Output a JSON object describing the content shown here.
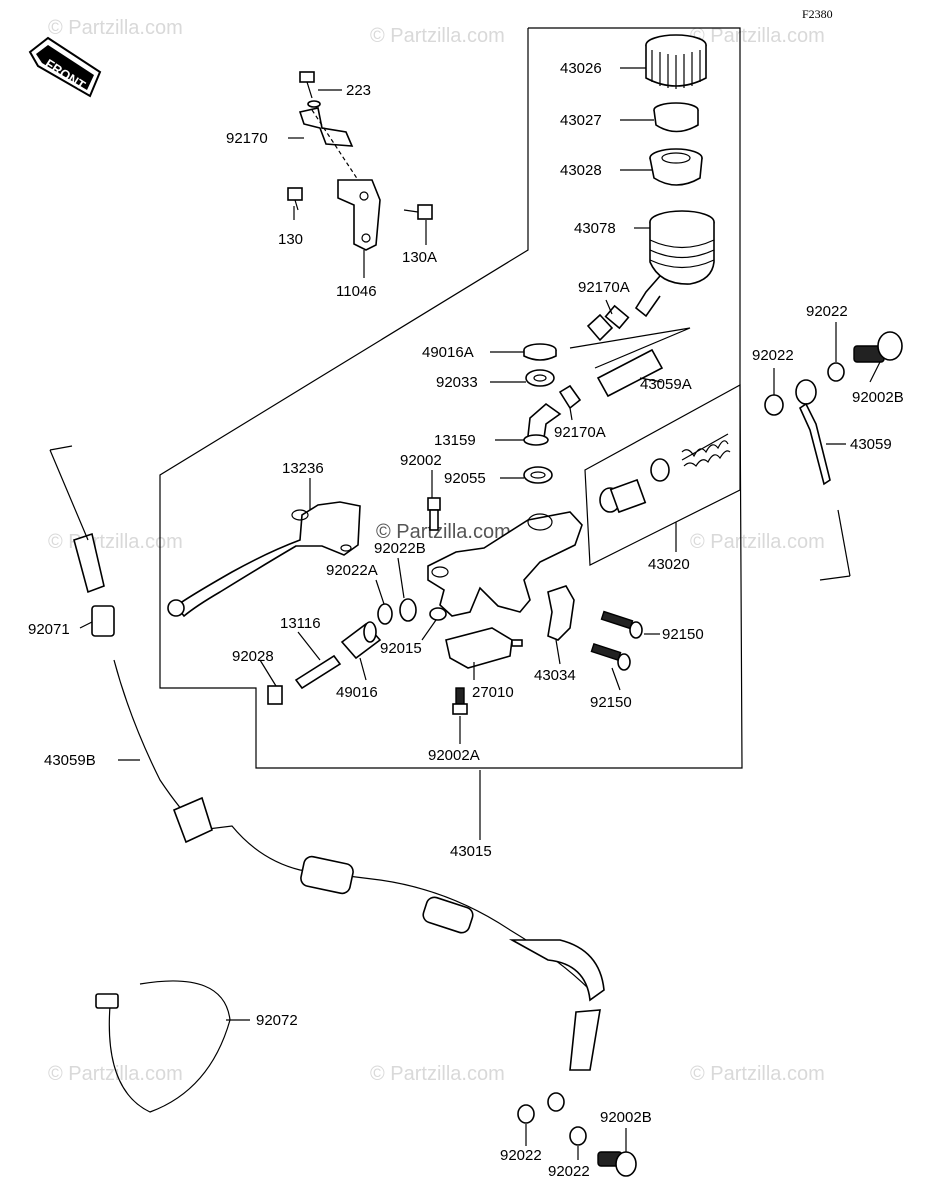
{
  "diagram_code": "F2380",
  "front_label": "FRONT",
  "watermark": "© Partzilla.com",
  "center_watermark": "© Partzilla.com",
  "parts": {
    "p43026": "43026",
    "p43027": "43027",
    "p43028": "43028",
    "p43078": "43078",
    "p92170A_top": "92170A",
    "p223": "223",
    "p92170": "92170",
    "p130": "130",
    "p130A": "130A",
    "p11046": "11046",
    "p49016A": "49016A",
    "p92033": "92033",
    "p43059A": "43059A",
    "p92170A": "92170A",
    "p13159": "13159",
    "p92002": "92002",
    "p92055": "92055",
    "p13236": "13236",
    "p92022_a": "92022",
    "p92022_b": "92022",
    "p92002B_top": "92002B",
    "p43059": "43059",
    "p43020": "43020",
    "p92022B": "92022B",
    "p92022A": "92022A",
    "p13116": "13116",
    "p92028": "92028",
    "p49016": "49016",
    "p92015": "92015",
    "p27010": "27010",
    "p43034": "43034",
    "p92150_a": "92150",
    "p92150_b": "92150",
    "p92002A": "92002A",
    "p92071": "92071",
    "p43059B": "43059B",
    "p43015": "43015",
    "p92072": "92072",
    "p92002B_bot": "92002B",
    "p92022_c": "92022",
    "p92022_d": "92022"
  }
}
